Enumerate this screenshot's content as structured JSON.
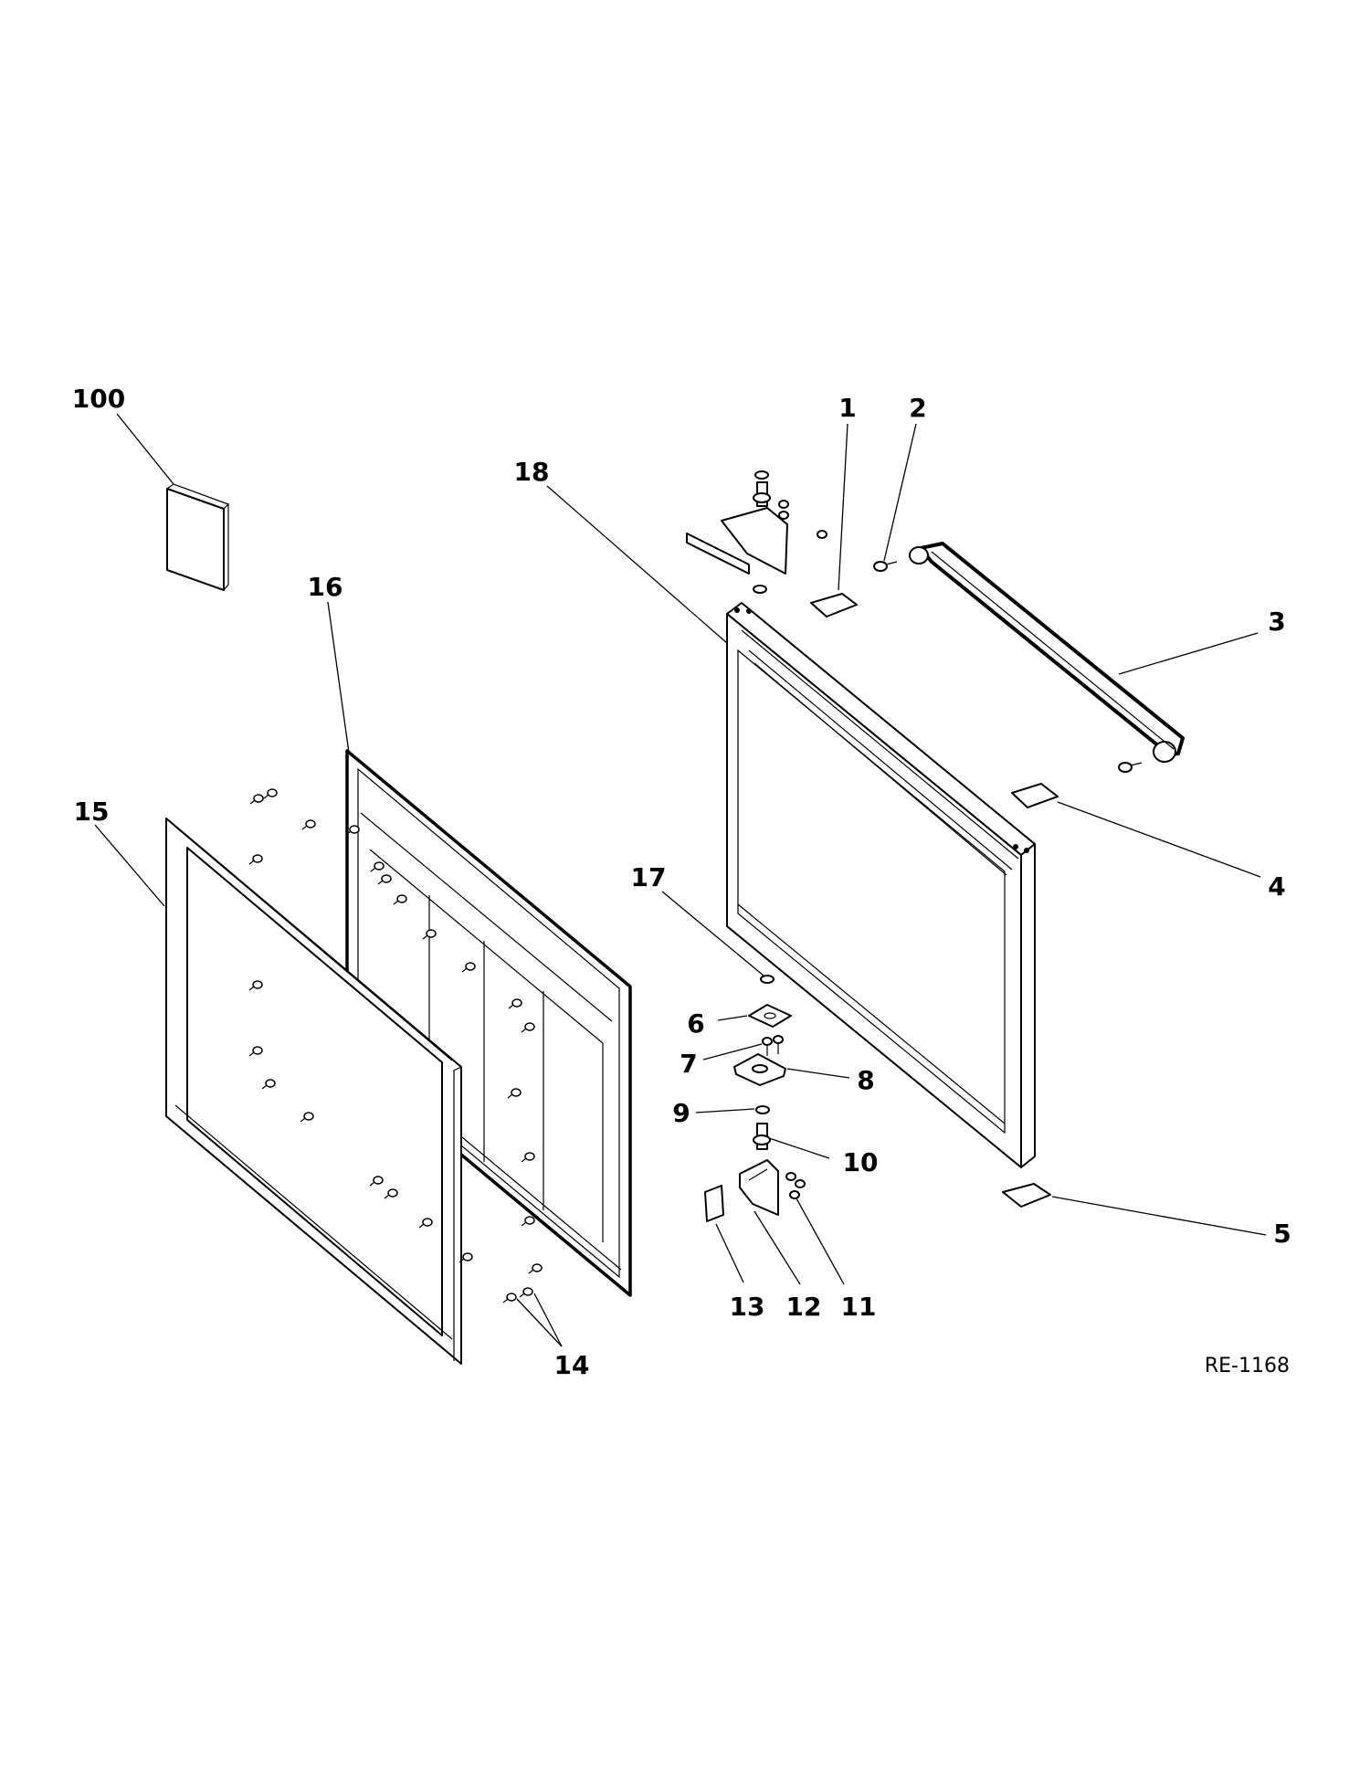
{
  "diagram": {
    "reference_code": "RE-1168",
    "callouts": [
      {
        "id": "100",
        "text": "100"
      },
      {
        "id": "1",
        "text": "1"
      },
      {
        "id": "2",
        "text": "2"
      },
      {
        "id": "3",
        "text": "3"
      },
      {
        "id": "4",
        "text": "4"
      },
      {
        "id": "5",
        "text": "5"
      },
      {
        "id": "6",
        "text": "6"
      },
      {
        "id": "7",
        "text": "7"
      },
      {
        "id": "8",
        "text": "8"
      },
      {
        "id": "9",
        "text": "9"
      },
      {
        "id": "10",
        "text": "10"
      },
      {
        "id": "11",
        "text": "11"
      },
      {
        "id": "12",
        "text": "12"
      },
      {
        "id": "13",
        "text": "13"
      },
      {
        "id": "14",
        "text": "14"
      },
      {
        "id": "15",
        "text": "15"
      },
      {
        "id": "16",
        "text": "16"
      },
      {
        "id": "17",
        "text": "17"
      },
      {
        "id": "18",
        "text": "18"
      }
    ]
  }
}
